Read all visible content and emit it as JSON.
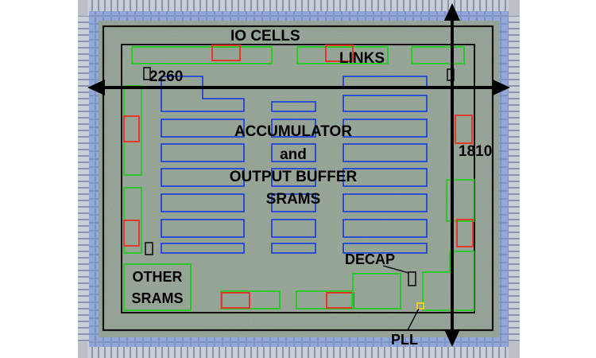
{
  "labels": {
    "io_cells": "IO CELLS",
    "links": "LINKS",
    "width_dim": "2260",
    "height_dim": "1810",
    "center_lines": [
      "ACCUMULATOR",
      "and",
      "OUTPUT BUFFER",
      "SRAMS"
    ],
    "decap": "DECAP",
    "other_srams_lines": [
      "OTHER",
      "SRAMS"
    ],
    "pll": "PLL"
  },
  "colors": {
    "die": "#8a9a8a",
    "pad_ring": "#7f95c4",
    "bond_wire": "#9aa6b8",
    "outline": "#111111",
    "sram": "#2246d6",
    "link": "#2ec82e",
    "io_highlight": "#e03a2a",
    "pll": "#e8d21c",
    "text": "#000000"
  }
}
